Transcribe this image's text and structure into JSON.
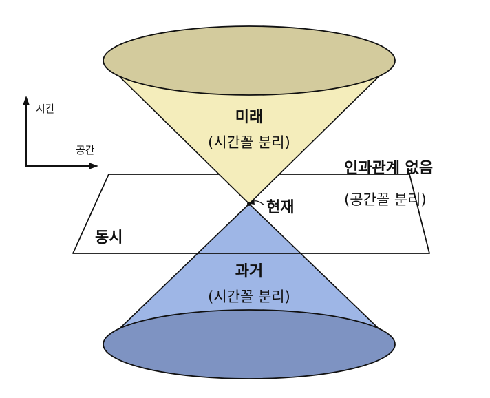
{
  "axes": {
    "time_label": "시간",
    "space_label": "공간"
  },
  "future": {
    "title": "미래",
    "subtitle": "(시간꼴 분리)"
  },
  "past": {
    "title": "과거",
    "subtitle": "(시간꼴 분리)"
  },
  "present": {
    "label": "현재"
  },
  "simultaneous": {
    "label": "동시"
  },
  "no_causality": {
    "title": "인과관계 없음",
    "subtitle": "(공간꼴 분리)"
  },
  "colors": {
    "future_cone": "#f4edbb",
    "future_rim": "#d3cb9d",
    "past_cone": "#9eb6e6",
    "past_rim": "#7e93c2",
    "outline": "#111111"
  }
}
